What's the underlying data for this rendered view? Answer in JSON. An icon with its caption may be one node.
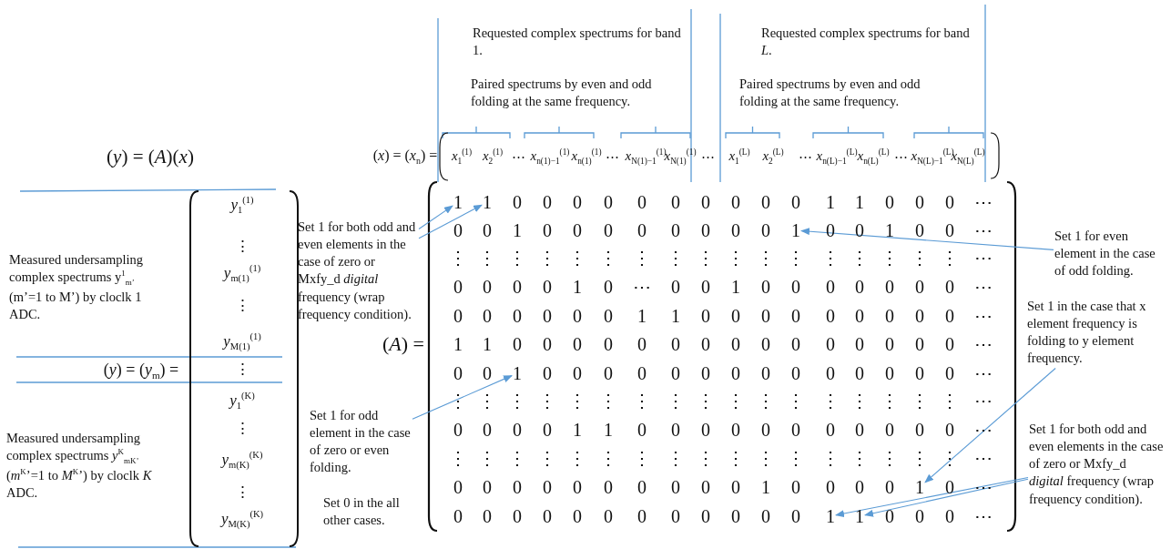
{
  "diagram": {
    "title": "(*y*) = (*A*)(*x*)",
    "nodes": [
      {
        "text": [
          "Set 1 for both odd and even elements in the case of zero or Mxfy_d *digital* frequency (wrap frequency condition)."
        ]
      },
      {
        "text": [
          "Set 1 for even element in the case of odd folding."
        ]
      },
      {
        "text": [
          "Set 1 for odd element in the case of zero or even folding."
        ]
      },
      {
        "text": [
          "Set 1 in the case that x element frequency is folding to y element frequency."
        ]
      },
      {
        "text": [
          "Set 1 for both odd and even elements in the case of zero or Mxfy_d *digital* frequency (wrap frequency condition)."
        ]
      },
      {
        "text": [
          "1"
        ]
      },
      {
        "text": [
          "1"
        ]
      },
      {
        "text": [
          "1"
        ]
      },
      {
        "text": [
          "1"
        ]
      },
      {
        "text": [
          "1"
        ]
      },
      {
        "text": [
          "1"
        ]
      },
      {
        "text": [
          "1"
        ]
      }
    ],
    "edges": [
      {
        "from": 0,
        "to": 5,
        "arrow": "to"
      },
      {
        "from": 0,
        "to": 6,
        "arrow": "to"
      },
      {
        "from": 1,
        "to": 7,
        "arrow": "to"
      },
      {
        "from": 2,
        "to": 8,
        "arrow": "to"
      },
      {
        "from": 3,
        "to": 9,
        "arrow": "to"
      },
      {
        "from": 4,
        "to": 10,
        "arrow": "to"
      },
      {
        "from": 4,
        "to": 11,
        "arrow": "to"
      }
    ],
    "labels": [
      "Requested complex spectrums for band 1.",
      "Paired spectrums by even and odd folding at the same frequency.",
      "Requested complex spectrums for band *L*.",
      "Paired spectrums by even and odd folding at the same frequency.",
      "(*x*) = (*x*$_{n}$) =",
      "*x*$_{1}$$^{(1)}$",
      "*x*$_{2}$$^{(1)}$",
      "⋯",
      "*x*$_{n(1)−1}$$^{(1)}$",
      "*x*$_{n(1)}$$^{(1)}$",
      "⋯",
      "*x*$_{N(1)−1}$$^{(1)}$",
      "*x*$_{N(1)}$$^{(1)}$",
      "⋯",
      "*x*$_{1}$$^{(L)}$",
      "*x*$_{2}$$^{(L)}$",
      "⋯",
      "*x*$_{n(L)−1}$$^{(L)}$",
      "*x*$_{n(L)}$$^{(L)}$",
      "⋯",
      "*x*$_{N(L)−1}$$^{(L)}$",
      "*x*$_{N(L)}$$^{(L)}$",
      "Measured undersampling complex spectrums y$^{1}$$_{m’}$ (m’=1 to M’) by cloclk 1 ADC.",
      "Measured undersampling complex spectrums *y*$^{K}$$_{mK’}$ (*m*$^{K}$’=1 to *M*$^{K}$’) by cloclk *K* ADC.",
      "(*y*) = (*y*$_{m}$) =",
      "*y*$_{1}$$^{(1)}$",
      "⋮",
      "*y*$_{m(1)}$$^{(1)}$",
      "⋮",
      "*y*$_{M(1)}$$^{(1)}$",
      "⋮",
      "*y*$_{1}$$^{(K)}$",
      "⋮",
      "*y*$_{m(K)}$$^{(K)}$",
      "⋮",
      "*y*$_{M(K)}$$^{(K)}$",
      "(*A*) =",
      "Set 0 in the all other cases.",
      "0",
      "0",
      "0",
      "0",
      "0",
      "0",
      "0",
      "0",
      "0",
      "0",
      "1",
      "1",
      "0",
      "0",
      "0",
      "⋯",
      "0",
      "0",
      "1",
      "0",
      "0",
      "0",
      "0",
      "0",
      "0",
      "0",
      "0",
      "0",
      "0",
      "1",
      "0",
      "0",
      "⋯",
      "⋮",
      "⋮",
      "⋮",
      "⋮",
      "⋮",
      "⋮",
      "⋮",
      "⋮",
      "⋮",
      "⋮",
      "⋮",
      "⋮",
      "⋮",
      "⋮",
      "⋮",
      "⋮",
      "⋮",
      "⋯",
      "0",
      "0",
      "0",
      "0",
      "1",
      "0",
      "⋯",
      "0",
      "0",
      "1",
      "0",
      "0",
      "0",
      "0",
      "0",
      "0",
      "0",
      "⋯",
      "0",
      "0",
      "0",
      "0",
      "0",
      "0",
      "1",
      "1",
      "0",
      "0",
      "0",
      "0",
      "0",
      "0",
      "0",
      "0",
      "0",
      "⋯",
      "1",
      "1",
      "0",
      "0",
      "0",
      "0",
      "0",
      "0",
      "0",
      "0",
      "0",
      "0",
      "0",
      "0",
      "0",
      "0",
      "0",
      "⋯",
      "0",
      "0",
      "0",
      "0",
      "0",
      "0",
      "0",
      "0",
      "0",
      "0",
      "0",
      "0",
      "0",
      "0",
      "0",
      "0",
      "⋯",
      "⋮",
      "⋮",
      "⋮",
      "⋮",
      "⋮",
      "⋮",
      "⋮",
      "⋮",
      "⋮",
      "⋮",
      "⋮",
      "⋮",
      "⋮",
      "⋮",
      "⋮",
      "⋮",
      "⋮",
      "⋯",
      "0",
      "0",
      "0",
      "0",
      "1",
      "1",
      "0",
      "0",
      "0",
      "0",
      "0",
      "0",
      "0",
      "0",
      "0",
      "0",
      "0",
      "⋯",
      "⋮",
      "⋮",
      "⋮",
      "⋮",
      "⋮",
      "⋮",
      "⋮",
      "⋮",
      "⋮",
      "⋮",
      "⋮",
      "⋮",
      "⋮",
      "⋮",
      "⋮",
      "⋮",
      "⋮",
      "⋯",
      "0",
      "0",
      "0",
      "0",
      "0",
      "0",
      "0",
      "0",
      "0",
      "0",
      "1",
      "0",
      "0",
      "0",
      "0",
      "0",
      "⋯",
      "0",
      "0",
      "0",
      "0",
      "0",
      "0",
      "0",
      "0",
      "0",
      "0",
      "0",
      "0",
      "0",
      "0",
      "0",
      "⋯"
    ]
  }
}
